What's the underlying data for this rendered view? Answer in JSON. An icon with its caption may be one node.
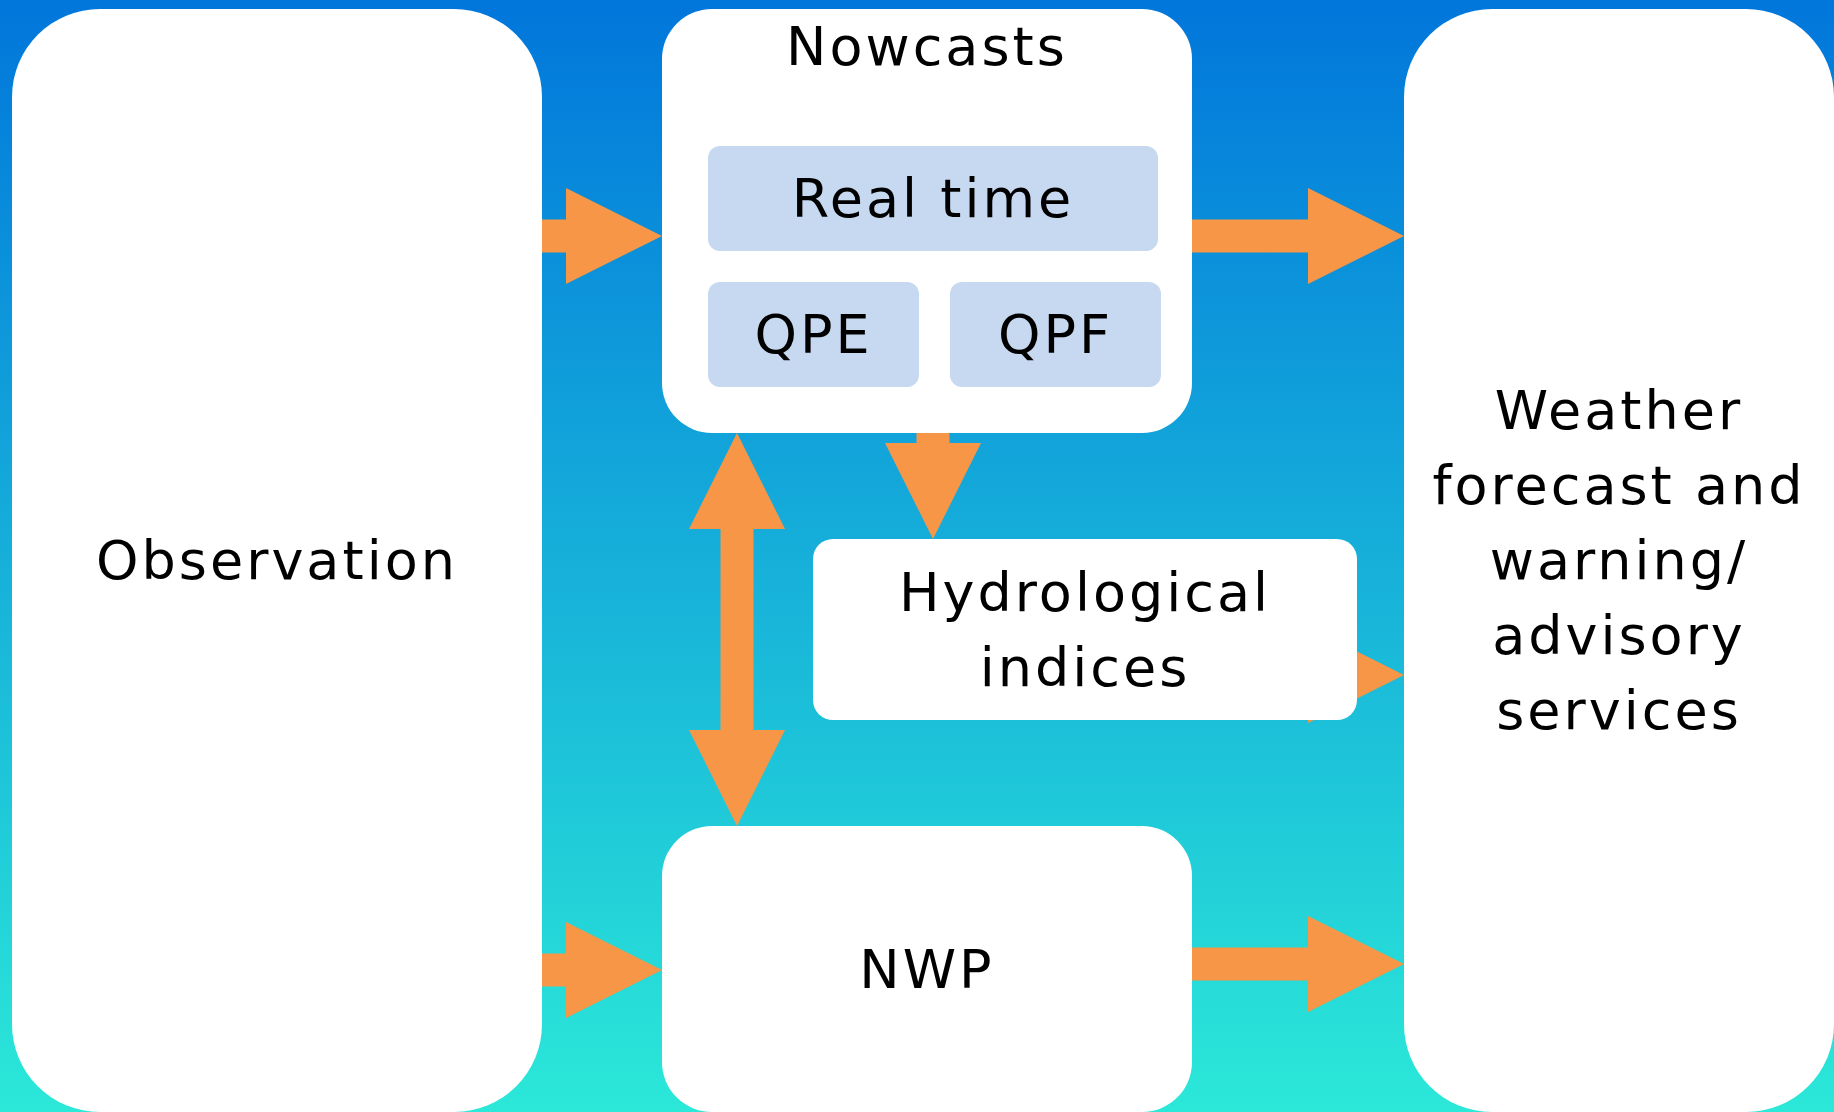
{
  "diagram": {
    "nodes": [
      {
        "text": [
          "Observation"
        ]
      },
      {
        "text": [
          "Nowcasts"
        ]
      },
      {
        "text": [
          "Real time"
        ],
        "in": 1
      },
      {
        "text": [
          "QPE"
        ],
        "in": 1
      },
      {
        "text": [
          "QPF"
        ],
        "in": 1
      },
      {
        "text": [
          "Hydrological indices"
        ]
      },
      {
        "text": [
          "NWP"
        ]
      },
      {
        "text": [
          "Weather forecast and warning/ advisory services"
        ]
      }
    ],
    "edges": [
      {
        "from": 0,
        "to": 1,
        "arrow": "to"
      },
      {
        "from": 0,
        "to": 6,
        "arrow": "to"
      },
      {
        "from": 2,
        "to": 7,
        "arrow": "to"
      },
      {
        "from": 1,
        "to": 6,
        "arrow": "both"
      },
      {
        "from": 1,
        "to": 5,
        "arrow": "to"
      },
      {
        "from": 5,
        "to": 7,
        "arrow": "to"
      },
      {
        "from": 6,
        "to": 7,
        "arrow": "to"
      }
    ]
  }
}
